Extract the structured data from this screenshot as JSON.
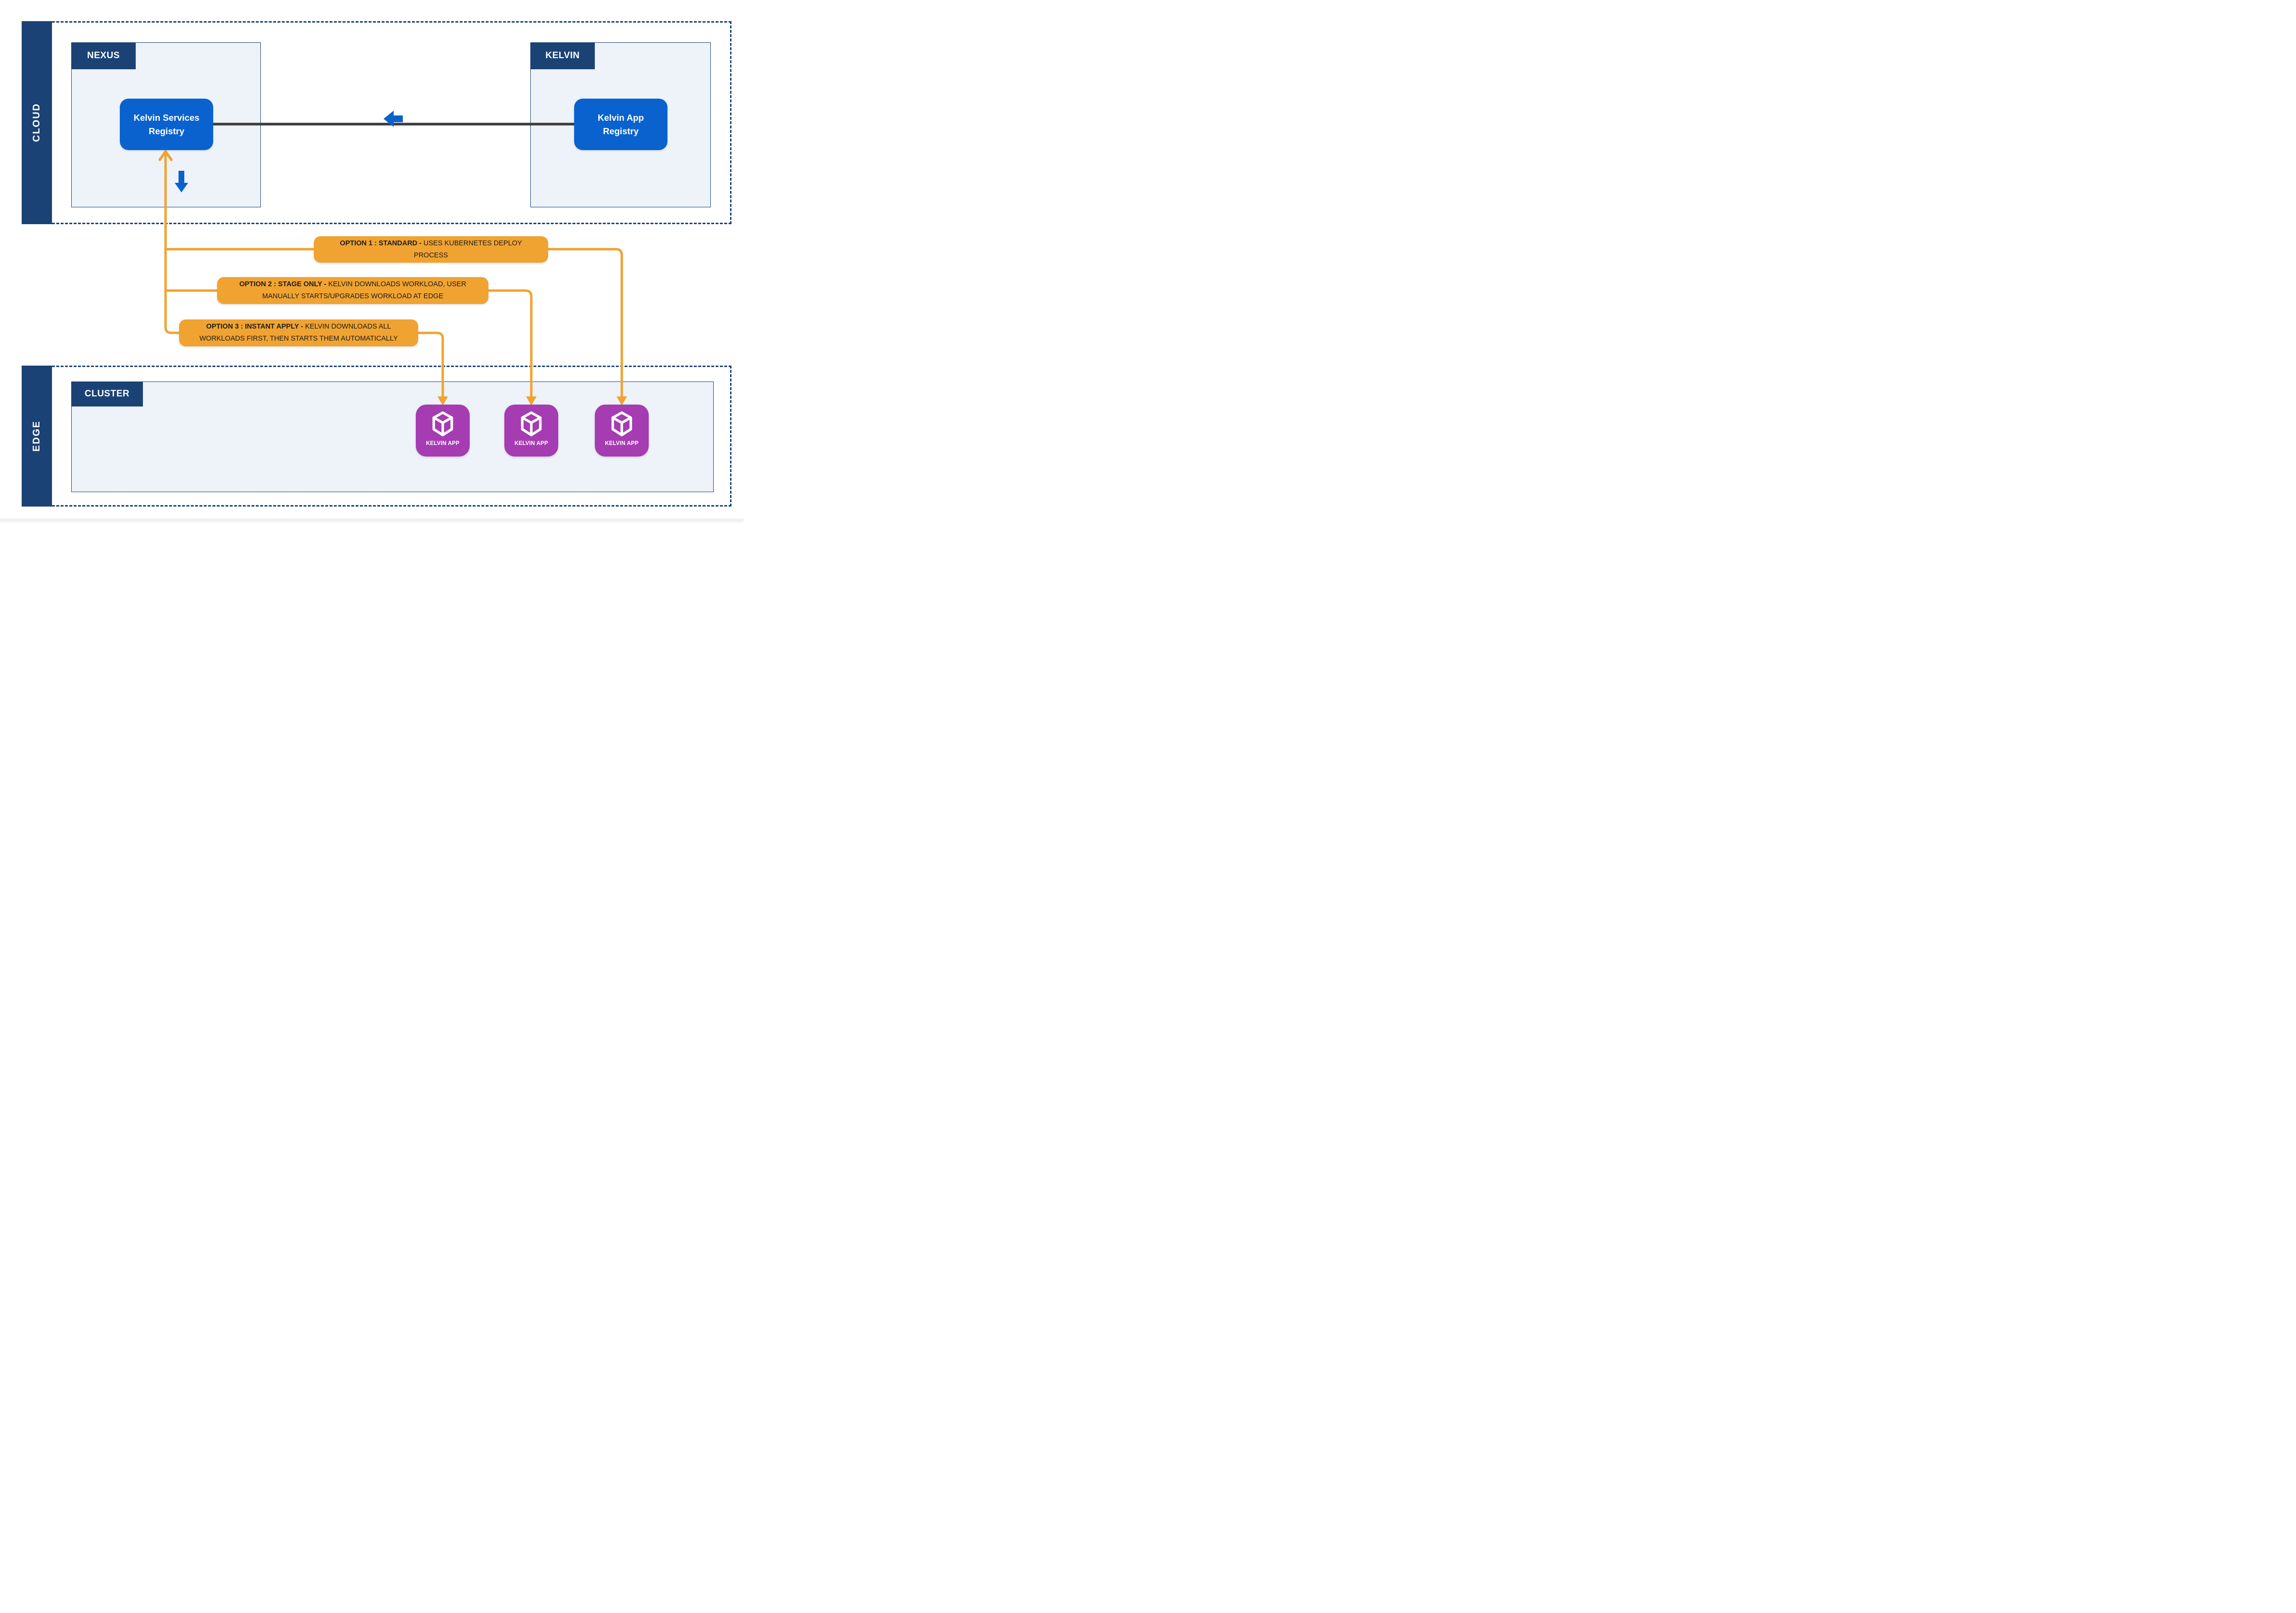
{
  "regions": {
    "cloud": {
      "label": "CLOUD"
    },
    "edge": {
      "label": "EDGE"
    }
  },
  "nexus": {
    "title": "NEXUS",
    "registry_label": "Kelvin Services Registry"
  },
  "kelvin": {
    "title": "KELVIN",
    "registry_label": "Kelvin App Registry"
  },
  "options": [
    {
      "bold": "OPTION 1 : STANDARD - ",
      "rest": "USES KUBERNETES DEPLOY PROCESS"
    },
    {
      "bold": "OPTION 2 : STAGE ONLY - ",
      "rest": "KELVIN DOWNLOADS WORKLOAD, USER MANUALLY STARTS/UPGRADES WORKLOAD AT EDGE"
    },
    {
      "bold": "OPTION 3 : INSTANT APPLY - ",
      "rest": "KELVIN DOWNLOADS ALL WORKLOADS FIRST, THEN STARTS THEM AUTOMATICALLY"
    }
  ],
  "cluster": {
    "title": "CLUSTER",
    "apps": [
      {
        "label": "KELVIN APP"
      },
      {
        "label": "KELVIN APP"
      },
      {
        "label": "KELVIN APP"
      }
    ]
  },
  "colors": {
    "navy": "#1B4274",
    "blue": "#0A62CE",
    "orange": "#F0A331",
    "purple": "#A53CB2",
    "light_bg": "#EEF3FA",
    "line_black": "#3C3C3C"
  }
}
